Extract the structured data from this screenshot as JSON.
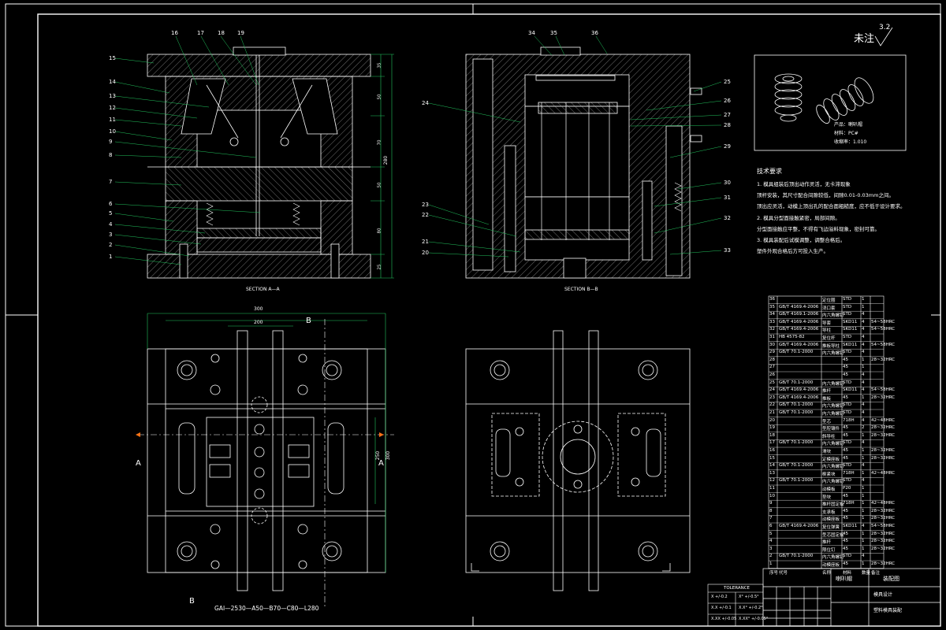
{
  "drawing": {
    "section_a_label": "SECTION A—A",
    "section_b_label": "SECTION B—B",
    "roughness_note": "未注",
    "roughness_value": "3.2",
    "plan_a_mark": "A",
    "plan_b_mark": "B",
    "mold_base_code": "GAI—2530—A50—B70—C80—L280",
    "dim_total_height": "280",
    "dim_width_top": "300",
    "dim_width_mid": "200",
    "dim_height_side": "300",
    "dim_height_inner": "250",
    "dims_a": [
      "35",
      "50",
      "70",
      "50",
      "80",
      "25"
    ]
  },
  "leaders_a": [
    "1",
    "2",
    "3",
    "4",
    "5",
    "6",
    "7",
    "8",
    "9",
    "10",
    "11",
    "12",
    "13",
    "14",
    "15",
    "16",
    "17",
    "18",
    "19"
  ],
  "leaders_b": [
    "20",
    "21",
    "22",
    "23",
    "24",
    "25",
    "26",
    "27",
    "28",
    "29",
    "30",
    "31",
    "32",
    "33",
    "34",
    "35",
    "36"
  ],
  "product": {
    "name": "产品：喇叭帽",
    "material": "材料：PC#",
    "scale": "收缩率：1.010"
  },
  "tech_requirements": {
    "title": "技术要求",
    "lines": [
      "1. 模具组装后顶出动作灵活，无卡滞现象",
      "顶杆安装，其尺寸配合间隙较低，间隙0.01-0.03mm之间。",
      "顶出应灵活，动模上顶出孔的配合面粗糙度，应不低于设计要求。",
      "2. 模具分型面接触紧密，局部间隙。",
      "分型面接触应平整，不得有飞边溢料现象，密封可靠。",
      "3. 模具装配后试模调整，调整合格后。",
      "塑件外观合格后方可投入生产。"
    ]
  },
  "bom": [
    [
      "36",
      "",
      "定位圈",
      "STD",
      "1",
      ""
    ],
    [
      "35",
      "GB/T 4169.4-2006",
      "浇口套",
      "STD",
      "1",
      ""
    ],
    [
      "34",
      "GB/T 4169.1-2006",
      "内六角螺钉",
      "STD",
      "4",
      ""
    ],
    [
      "33",
      "GB/T 4169.4-2006",
      "导套",
      "SKD11",
      "4",
      "54~58HRC"
    ],
    [
      "32",
      "GB/T 4169.4-2006",
      "导柱",
      "SKD11",
      "4",
      "54~58HRC"
    ],
    [
      "31",
      "HB 4575-82",
      "复位杆",
      "STD",
      "4",
      ""
    ],
    [
      "30",
      "GB/T 4169.4-2006",
      "推板导柱",
      "SKD11",
      "4",
      "54~58HRC"
    ],
    [
      "29",
      "GB/T 70.1-2000",
      "内六角螺钉",
      "STD",
      "4",
      ""
    ],
    [
      "28",
      "",
      "",
      "45",
      "1",
      "28~32HRC"
    ],
    [
      "27",
      "",
      "",
      "45",
      "1",
      ""
    ],
    [
      "26",
      "",
      "",
      "45",
      "4",
      ""
    ],
    [
      "25",
      "GB/T 70.1-2000",
      "内六角螺钉",
      "STD",
      "4",
      ""
    ],
    [
      "24",
      "GB/T 4169.4-2006",
      "推杆",
      "SKD11",
      "4",
      "54~58HRC"
    ],
    [
      "23",
      "GB/T 4169.4-2006",
      "推板",
      "45",
      "1",
      "28~32HRC"
    ],
    [
      "22",
      "GB/T 70.1-2000",
      "内六角螺钉",
      "STD",
      "4",
      ""
    ],
    [
      "21",
      "GB/T 70.1-2000",
      "内六角螺钉",
      "STD",
      "4",
      ""
    ],
    [
      "20",
      "",
      "型芯",
      "718H",
      "4",
      "42~48HRC"
    ],
    [
      "19",
      "",
      "型腔镶件",
      "45",
      "2",
      "28~32HRC"
    ],
    [
      "18",
      "",
      "斜导柱",
      "45",
      "1",
      "28~32HRC"
    ],
    [
      "17",
      "GB/T 70.1-2000",
      "内六角螺钉",
      "STD",
      "4",
      ""
    ],
    [
      "16",
      "",
      "滑块",
      "45",
      "1",
      "28~32HRC"
    ],
    [
      "15",
      "",
      "定模座板",
      "45",
      "1",
      "28~32HRC"
    ],
    [
      "14",
      "GB/T 70.1-2000",
      "内六角螺钉",
      "STD",
      "4",
      ""
    ],
    [
      "13",
      "",
      "楔紧块",
      "718H",
      "1",
      "42~48HRC"
    ],
    [
      "12",
      "GB/T 70.1-2000",
      "内六角螺钉",
      "STD",
      "4",
      ""
    ],
    [
      "11",
      "",
      "动模板",
      "P20",
      "1",
      ""
    ],
    [
      "10",
      "",
      "垫块",
      "45",
      "1",
      ""
    ],
    [
      "9",
      "",
      "推杆固定板",
      "718H",
      "1",
      "42~48HRC"
    ],
    [
      "8",
      "",
      "支承板",
      "45",
      "1",
      "28~32HRC"
    ],
    [
      "7",
      "",
      "动模座板",
      "45",
      "1",
      "28~32HRC"
    ],
    [
      "6",
      "GB/T 4169.4-2006",
      "复位弹簧",
      "SKD11",
      "4",
      "54~58HRC"
    ],
    [
      "5",
      "",
      "型芯固定板",
      "45",
      "1",
      "28~32HRC"
    ],
    [
      "4",
      "",
      "推杆",
      "45",
      "1",
      "28~32HRC"
    ],
    [
      "3",
      "",
      "限位钉",
      "45",
      "1",
      "28~32HRC"
    ],
    [
      "2",
      "GB/T 70.1-2000",
      "内六角螺钉",
      "STD",
      "4",
      ""
    ],
    [
      "1",
      "",
      "动模座板",
      "45",
      "1",
      "28~32HRC"
    ]
  ],
  "bom_header": [
    "序号",
    "代号",
    "名称",
    "材料",
    "数量",
    "备注"
  ],
  "title_block": {
    "title": "喇叭帽",
    "drawing_type": "装配图",
    "org": "模具设计",
    "drawing_no": "塑料模具装配"
  },
  "tolerance": {
    "title": "TOLERANCE",
    "rows": [
      [
        "X",
        "+/-0.2",
        "X°",
        "+/-0.5°"
      ],
      [
        "X.X",
        "+/-0.1",
        "X.X°",
        "+/-0.2°"
      ],
      [
        "X.XX",
        "+/-0.05",
        "X.XX°",
        "+/-0.05°"
      ]
    ]
  },
  "colors": {
    "line": "#ffffff",
    "dimension": "#22c55e",
    "leader": "#22c55e",
    "background": "#000000"
  }
}
